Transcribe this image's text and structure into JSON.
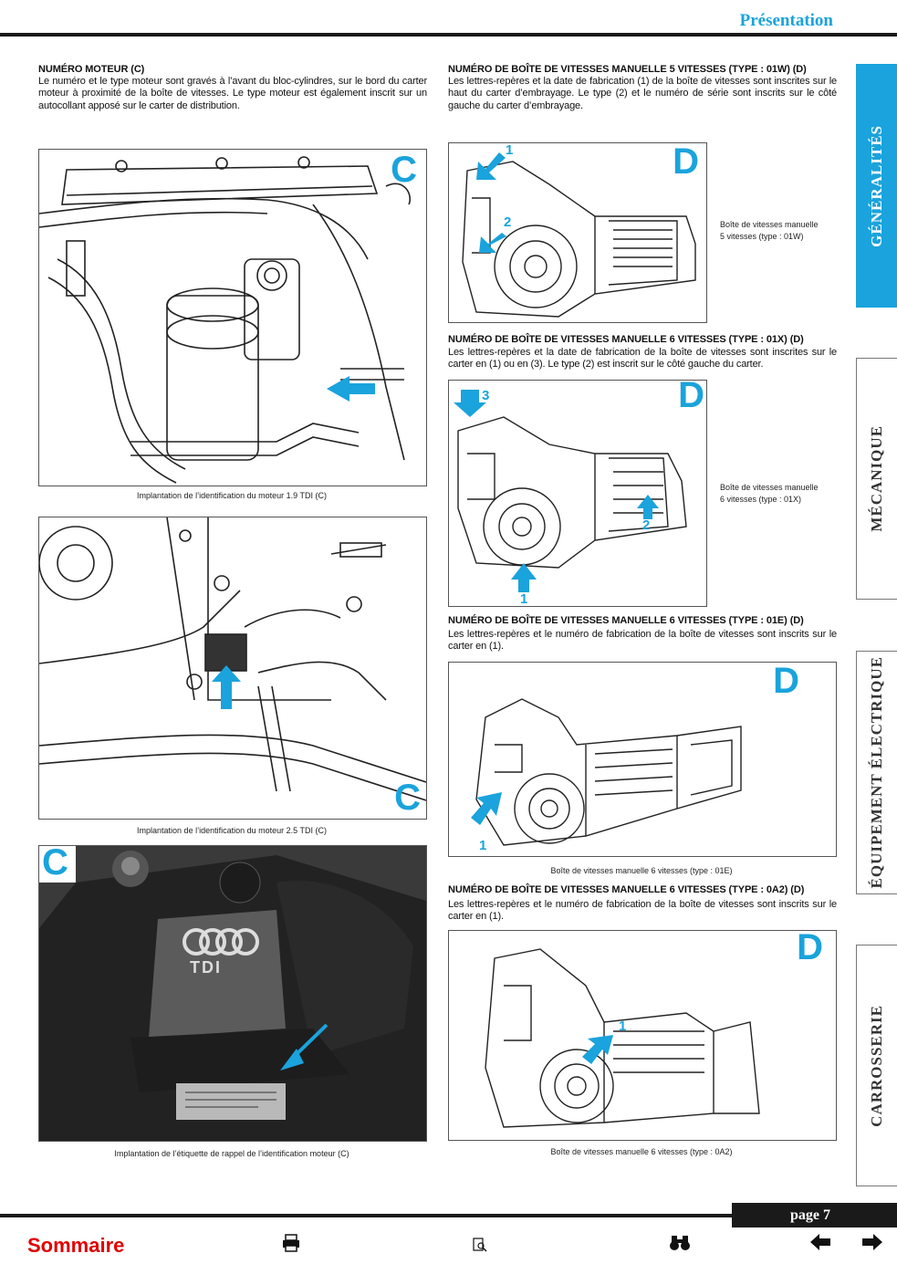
{
  "header": {
    "title": "Présentation"
  },
  "left": {
    "section_title": "NUMÉRO MOTEUR (C)",
    "section_text": "Le numéro et le type moteur sont gravés à l’avant du bloc-cylindres, sur le bord du carter moteur à proximité de la boîte de vitesses. Le type moteur est également inscrit sur un autocollant apposé sur le carter de distribution.",
    "fig1": {
      "letter": "C",
      "caption": "Implantation de l’identification du moteur 1.9 TDI (C)"
    },
    "fig2": {
      "letter": "C",
      "caption": "Implantation de l’identification du moteur 2.5 TDI (C)"
    },
    "fig3": {
      "letter": "C",
      "logo_text": "TDI",
      "caption": "Implantation de l’étiquette de rappel de l’identification moteur (C)"
    }
  },
  "right": {
    "s1": {
      "title": "NUMÉRO DE BOÎTE DE VITESSES MANUELLE 5 VITESSES (TYPE : 01W) (D)",
      "text": "Les lettres-repères et la date de fabrication (1) de la boîte de vitesses sont inscrites sur le haut du carter d’embrayage. Le type (2) et le numéro de série sont inscrits sur le côté gauche du carter d’embrayage.",
      "letter": "D",
      "label1": "1",
      "label2": "2",
      "caption_l1": "Boîte de vitesses manuelle",
      "caption_l2": "5 vitesses (type : 01W)"
    },
    "s2": {
      "title": "NUMÉRO DE BOÎTE DE VITESSES MANUELLE 6 VITESSES (TYPE : 01X) (D)",
      "text": "Les lettres-repères et la date de fabrication de la boîte de vitesses sont inscrites sur le carter en (1) ou en (3). Le type (2) est inscrit sur le côté gauche du carter.",
      "letter": "D",
      "label1": "1",
      "label2": "2",
      "label3": "3",
      "caption_l1": "Boîte de vitesses manuelle",
      "caption_l2": "6 vitesses (type : 01X)"
    },
    "s3": {
      "title": "NUMÉRO DE BOÎTE DE VITESSES MANUELLE 6 VITESSES (TYPE : 01E) (D)",
      "text": "Les lettres-repères et le numéro de fabrication de la boîte de vitesses sont inscrits sur le carter en (1).",
      "letter": "D",
      "label1": "1",
      "caption": "Boîte de vitesses manuelle 6 vitesses (type : 01E)"
    },
    "s4": {
      "title": "NUMÉRO DE BOÎTE DE VITESSES MANUELLE 6 VITESSES (TYPE : 0A2) (D)",
      "text": "Les lettres-repères et le numéro de fabrication de la boîte de vitesses sont inscrits sur le carter en (1).",
      "letter": "D",
      "label1": "1",
      "caption": "Boîte de vitesses manuelle 6 vitesses (type : 0A2)"
    }
  },
  "tabs": [
    {
      "label": "GÉNÉRALITÉS",
      "active": true
    },
    {
      "label": "MÉCANIQUE",
      "active": false
    },
    {
      "label": "ÉQUIPEMENT ÉLECTRIQUE",
      "active": false
    },
    {
      "label": "CARROSSERIE",
      "active": false
    }
  ],
  "footer": {
    "page_label": "page 7",
    "sommaire": "Sommaire"
  },
  "colors": {
    "accent": "#1aa3dc",
    "sommaire": "#e00000",
    "dark": "#1a1a1a"
  },
  "icons": [
    "printer-icon",
    "zoom-icon",
    "search-binoculars-icon",
    "arrow-left-icon",
    "arrow-right-icon"
  ]
}
